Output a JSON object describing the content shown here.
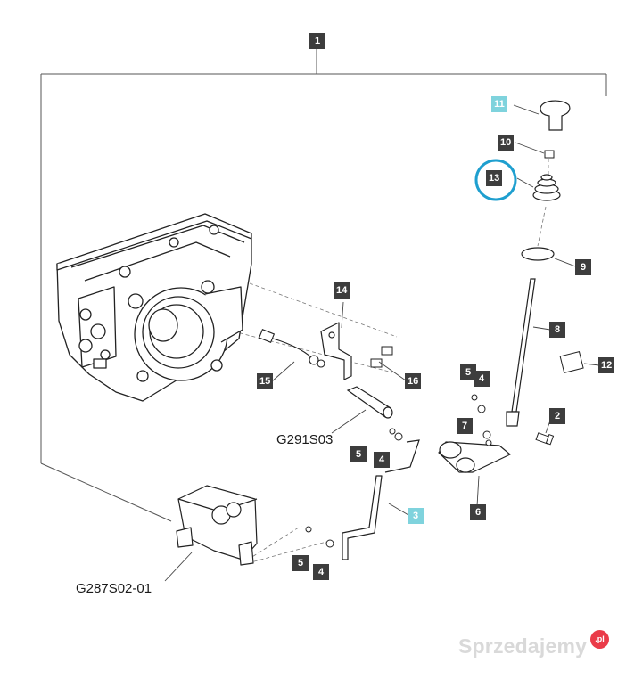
{
  "labels": {
    "l1": "1",
    "l2": "2",
    "l3": "3",
    "l4a": "4",
    "l4b": "4",
    "l4c": "4",
    "l5a": "5",
    "l5b": "5",
    "l5c": "5",
    "l6": "6",
    "l7": "7",
    "l8": "8",
    "l9": "9",
    "l10": "10",
    "l11": "11",
    "l12": "12",
    "l13": "13",
    "l14": "14",
    "l15": "15",
    "l16": "16"
  },
  "codes": {
    "top": "G291S03",
    "bottom": "G287S02-01"
  },
  "watermark": {
    "text": "Sprzedajemy",
    "badge": ".pl"
  },
  "colors": {
    "highlight_label": "#7fd3dd",
    "circle": "#1e9fcf",
    "label_bg": "#3d3d3d"
  }
}
